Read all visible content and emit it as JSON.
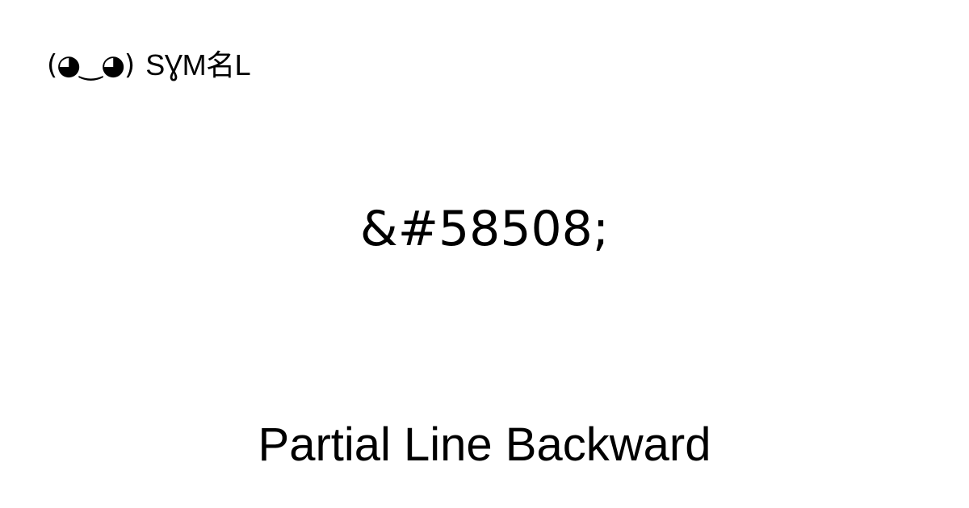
{
  "logo": {
    "face": "(◕‿◕)",
    "brand": "SƔM名L"
  },
  "symbol": {
    "display": "&#58508;"
  },
  "title": {
    "text": "Partial Line Backward"
  },
  "colors": {
    "background": "#ffffff",
    "text": "#000000"
  }
}
